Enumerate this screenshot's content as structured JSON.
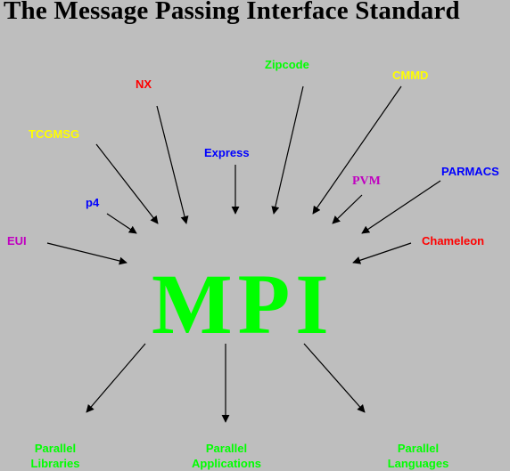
{
  "title": "The Message Passing Interface Standard",
  "center_label": "MPI",
  "inputs": [
    {
      "id": "zipcode",
      "label": "Zipcode",
      "color": "#00ff00"
    },
    {
      "id": "cmmd",
      "label": "CMMD",
      "color": "#ffff00"
    },
    {
      "id": "nx",
      "label": "NX",
      "color": "#ff0000"
    },
    {
      "id": "tcgmsg",
      "label": "TCGMSG",
      "color": "#ffff00"
    },
    {
      "id": "express",
      "label": "Express",
      "color": "#0000ff"
    },
    {
      "id": "parmacs",
      "label": "PARMACS",
      "color": "#0000ff"
    },
    {
      "id": "pvm",
      "label": "PVM",
      "color": "#c000c0"
    },
    {
      "id": "p4",
      "label": "p4",
      "color": "#0000ff"
    },
    {
      "id": "eui",
      "label": "EUI",
      "color": "#c000c0"
    },
    {
      "id": "chameleon",
      "label": "Chameleon",
      "color": "#ff0000"
    }
  ],
  "outputs": [
    {
      "id": "libraries",
      "line1": "Parallel",
      "line2": "Libraries",
      "color": "#00ff00"
    },
    {
      "id": "applications",
      "line1": "Parallel",
      "line2": "Applications",
      "color": "#00ff00"
    },
    {
      "id": "languages",
      "line1": "Parallel",
      "line2": "Languages",
      "color": "#00ff00"
    }
  ],
  "colors": {
    "background": "#bebebe",
    "title": "#000000",
    "center": "#00ff00",
    "arrows": "#000000"
  }
}
